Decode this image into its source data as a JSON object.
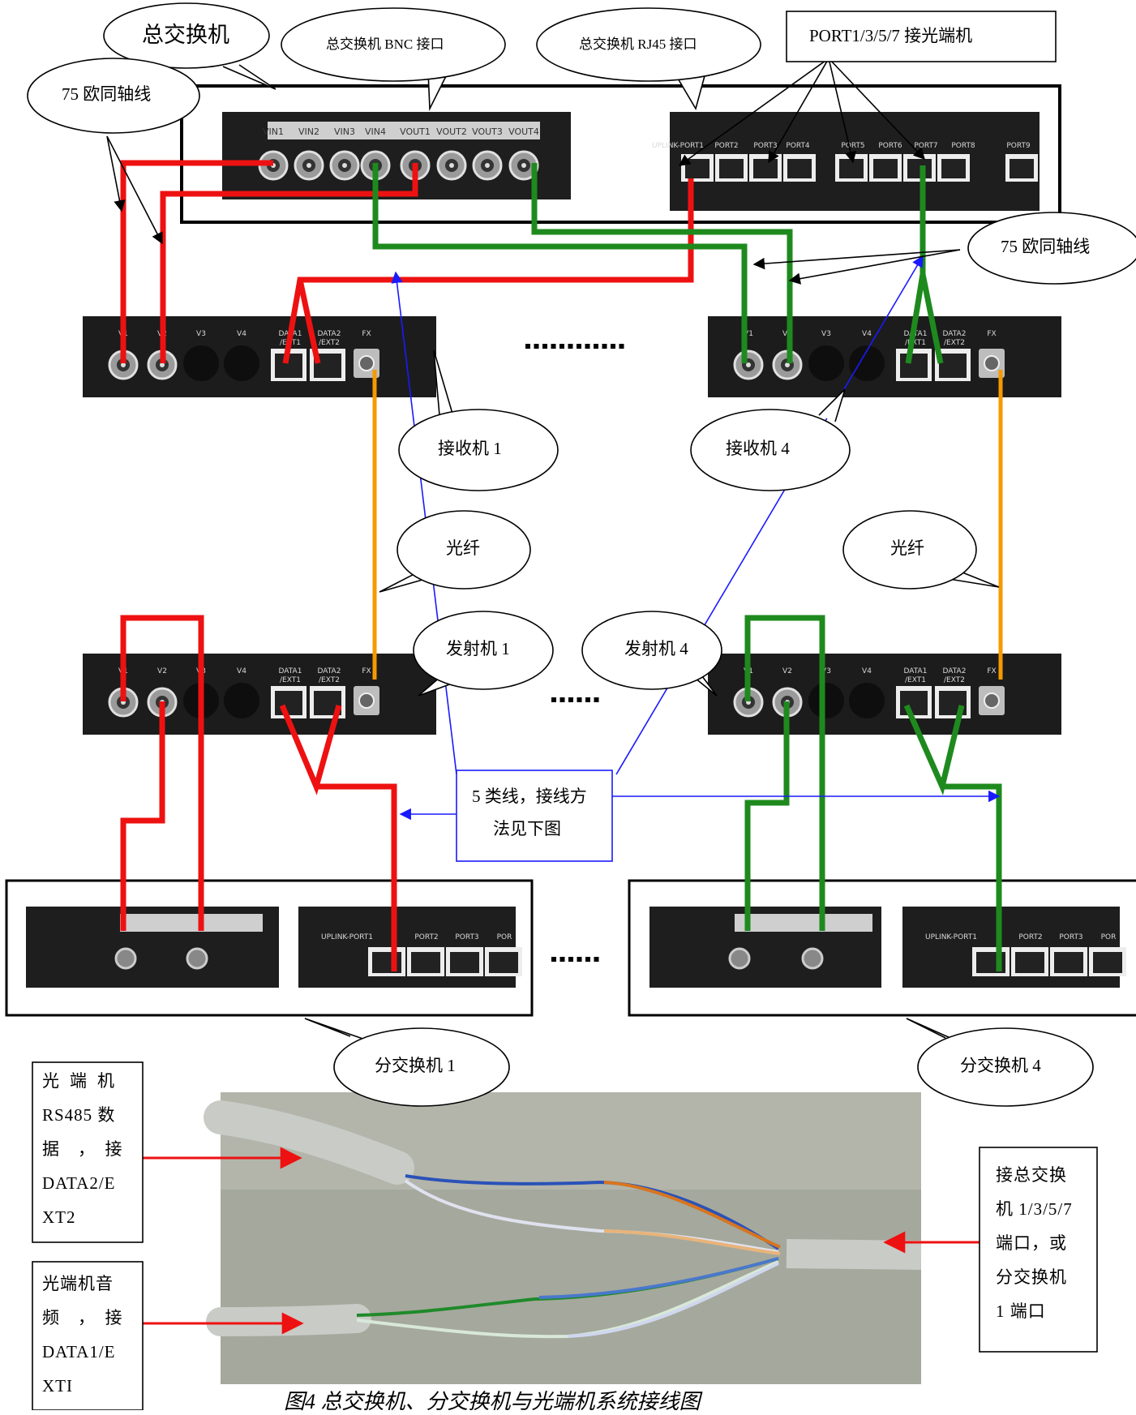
{
  "labels": {
    "main_switch": "总交换机",
    "bnc_interface": "总交换机 BNC 接口",
    "rj45_interface": "总交换机 RJ45 接口",
    "port_label": "PORT1/3/5/7 接光端机",
    "coax": "75 欧同轴线",
    "receiver1": "接收机 1",
    "receiver4": "接收机 4",
    "fiber": "光纤",
    "transmitter1": "发射机 1",
    "transmitter4": "发射机 4",
    "branch_switch1": "分交换机 1",
    "branch_switch4": "分交换机 4",
    "cat5_line1": "5 类线，接线方",
    "cat5_line2": "法见下图",
    "rs485_line1": "光端机",
    "rs485_line2": "RS485 数",
    "rs485_line3": "据　，　接",
    "rs485_line4": "DATA2/E",
    "rs485_line5": "XT2",
    "audio_line1": "光端机音",
    "audio_line2": "频　，　接",
    "audio_line3": "DATA1/E",
    "audio_line4": "XTI",
    "mainport_line1": "接总交换",
    "mainport_line2": "机 1/3/5/7",
    "mainport_line3": "端口，或",
    "mainport_line4": "分交换机",
    "mainport_line5": "1 端口",
    "caption": "图4  总交换机、分交换机与光端机系统接线图"
  },
  "panel_text": {
    "bnc_ports": [
      "VIN1",
      "VIN2",
      "VIN3",
      "VIN4",
      "VOUT1",
      "VOUT2",
      "VOUT3",
      "VOUT4"
    ],
    "main_rj45_ports": [
      "UPLINK-PORT1",
      "PORT2",
      "PORT3",
      "PORT4",
      "PORT5",
      "PORT6",
      "PORT7",
      "PORT8",
      "PORT9"
    ],
    "unit_ports": [
      "V1",
      "V2",
      "V3",
      "V4",
      "DATA1 /EXT1",
      "DATA2 /EXT2",
      "FX"
    ],
    "branch_ports": [
      "UPLINK-PORT1",
      "PORT2",
      "PORT3",
      "POR"
    ]
  },
  "colors": {
    "red_cable": "#ee1111",
    "green_cable": "#1e8a1e",
    "fiber": "#f59a00",
    "cat5_arrow": "#1a1aff"
  }
}
